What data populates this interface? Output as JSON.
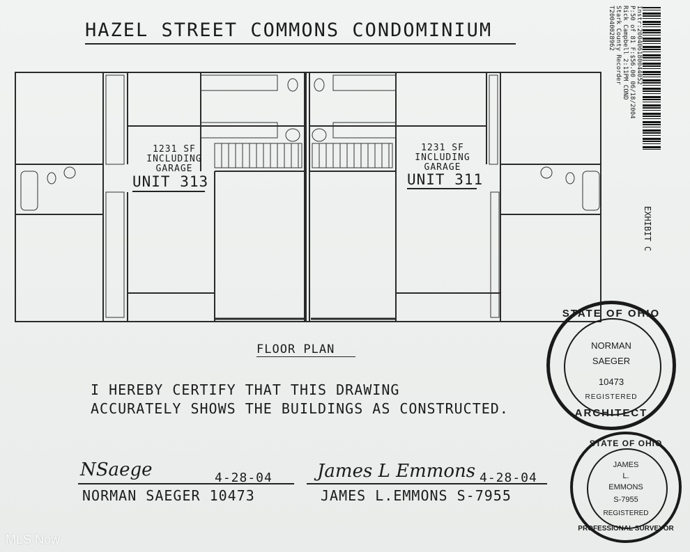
{
  "document": {
    "title": "HAZEL STREET COMMONS CONDOMINIUM",
    "floor_plan_label": "FLOOR PLAN",
    "exhibit": "EXHIBIT C"
  },
  "units": [
    {
      "area": "1231 SF",
      "note": "INCLUDING",
      "note2": "GARAGE",
      "name": "UNIT 313"
    },
    {
      "area": "1231 SF",
      "note": "INCLUDING",
      "note2": "GARAGE",
      "name": "UNIT 311"
    }
  ],
  "certification": {
    "line1": "I HEREBY CERTIFY THAT THIS DRAWING",
    "line2": "ACCURATELY SHOWS THE BUILDINGS AS CONSTRUCTED."
  },
  "signatures": [
    {
      "signature": "NSaege",
      "date": "4-28-04",
      "printed": "NORMAN SAEGER 10473"
    },
    {
      "signature": "James L Emmons",
      "date": "4-28-04",
      "printed": "JAMES L.EMMONS S-7955"
    }
  ],
  "recorder_stamp": {
    "line1": "Instr:200406180044052",
    "line2": "P:50 of 81 F:$56.00  06/18/2004",
    "line3": "Rick Campbell     2:11PM COND",
    "line4": "Stark County Recorder",
    "line5": "T20040028962"
  },
  "seals": {
    "architect": {
      "top": "STATE OF OHIO",
      "name": "NORMAN",
      "name2": "SAEGER",
      "number": "10473",
      "bottom1": "REGISTERED",
      "bottom2": "ARCHITECT"
    },
    "surveyor": {
      "top": "STATE OF OHIO",
      "name": "JAMES",
      "name2": "L.",
      "name3": "EMMONS",
      "number": "S-7955",
      "bottom1": "REGISTERED",
      "bottom2": "PROFESSIONAL SURVEYOR"
    }
  },
  "watermark": "MLS Now"
}
